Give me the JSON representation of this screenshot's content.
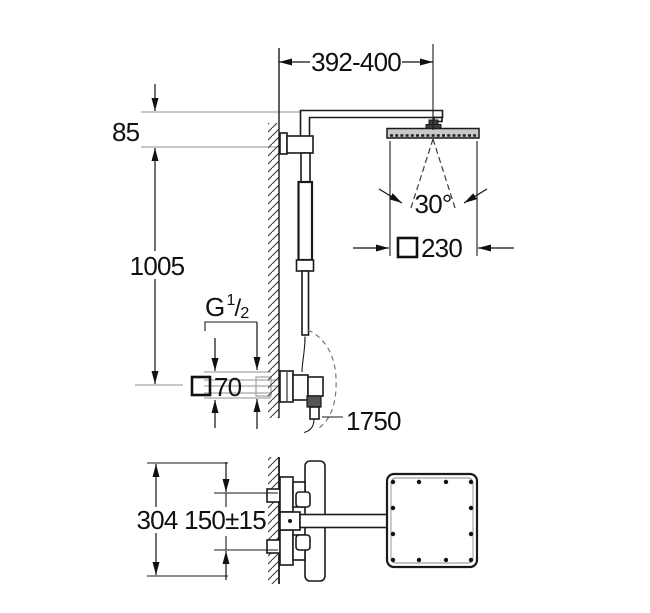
{
  "drawing": {
    "title": "shower-system-dimension-drawing",
    "labels": {
      "arm_reach": "392-400",
      "arm_drop": "85",
      "riser_height": "1005",
      "thread_g": "G",
      "thread_num": "1",
      "thread_slash": "/",
      "thread_den": "2",
      "valve_trim": "70",
      "head_size": "230",
      "spray_angle": "30°",
      "hose_length": "1750",
      "rough_in_height": "304",
      "supply_spacing": "150±15"
    },
    "colors": {
      "line": "#1a1a1a",
      "hidden_line": "#a8a8a8",
      "background": "#ffffff"
    }
  }
}
